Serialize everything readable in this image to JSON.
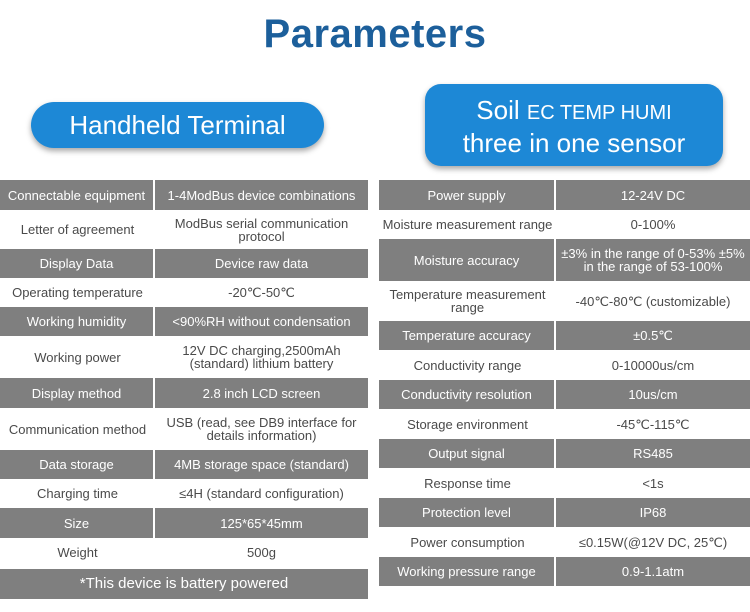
{
  "page": {
    "title": "Parameters"
  },
  "left": {
    "heading": "Handheld Terminal",
    "rows": [
      [
        "Connectable equipment",
        "1-4ModBus device combinations"
      ],
      [
        "Letter of agreement",
        "ModBus serial communication protocol"
      ],
      [
        "Display Data",
        "Device raw data"
      ],
      [
        "Operating temperature",
        "-20℃-50℃"
      ],
      [
        "Working humidity",
        "<90%RH without condensation"
      ],
      [
        "Working power",
        "12V DC charging,2500mAh (standard) lithium battery"
      ],
      [
        "Display method",
        "2.8 inch LCD screen"
      ],
      [
        "Communication method",
        "USB (read, see DB9 interface for details information)"
      ],
      [
        "Data storage",
        "4MB storage space (standard)"
      ],
      [
        "Charging time",
        "≤4H (standard configuration)"
      ],
      [
        "Size",
        "125*65*45mm"
      ],
      [
        "Weight",
        "500g"
      ]
    ],
    "footer": "*This device is battery powered"
  },
  "right": {
    "heading_line1_a": "Soil ",
    "heading_line1_b": "EC TEMP HUMI",
    "heading_line2": "three in one sensor",
    "rows": [
      [
        "Power supply",
        "12-24V DC"
      ],
      [
        "Moisture measurement range",
        "0-100%"
      ],
      [
        "Moisture accuracy",
        "±3% in the range of 0-53% ±5% in the range of 53-100%"
      ],
      [
        "Temperature measurement range",
        "-40℃-80℃ (customizable)"
      ],
      [
        "Temperature accuracy",
        "±0.5℃"
      ],
      [
        "Conductivity range",
        "0-10000us/cm"
      ],
      [
        "Conductivity resolution",
        "10us/cm"
      ],
      [
        "Storage environment",
        "-45℃-115℃"
      ],
      [
        "Output signal",
        "RS485"
      ],
      [
        "Response time",
        "<1s"
      ],
      [
        "Protection level",
        "IP68"
      ],
      [
        "Power consumption",
        "≤0.15W(@12V DC, 25℃)"
      ],
      [
        "Working pressure range",
        "0.9-1.1atm"
      ]
    ]
  }
}
